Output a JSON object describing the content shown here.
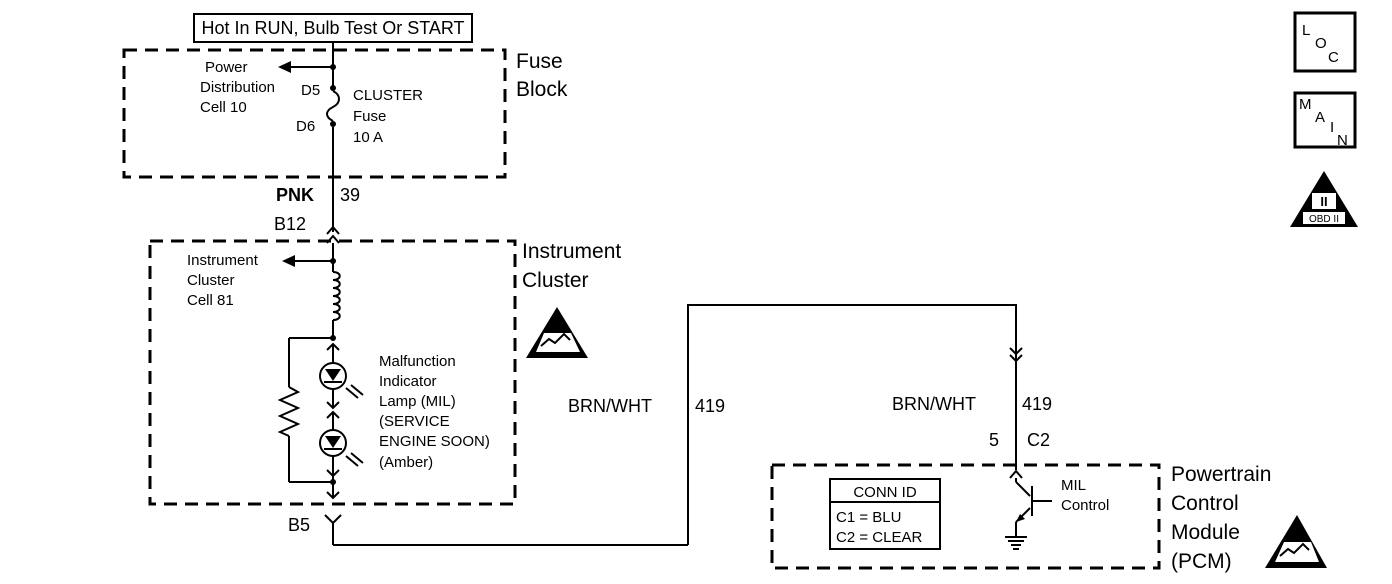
{
  "header": {
    "power_label": "Hot In RUN, Bulb Test Or START"
  },
  "fuse_block": {
    "title_line1": "Fuse",
    "title_line2": "Block",
    "pd_line1": "Power",
    "pd_line2": "Distribution",
    "pd_line3": "Cell 10",
    "pin_in": "D5",
    "pin_out": "D6",
    "fuse_line1": "CLUSTER",
    "fuse_line2": "Fuse",
    "fuse_line3": "10 A"
  },
  "wire_pnk": {
    "color": "PNK",
    "circuit": "39"
  },
  "connector_b12": "B12",
  "instrument_cluster": {
    "title_line1": "Instrument",
    "title_line2": "Cluster",
    "ref_line1": "Instrument",
    "ref_line2": "Cluster",
    "ref_line3": "Cell 81",
    "mil_line1": "Malfunction",
    "mil_line2": "Indicator",
    "mil_line3": "Lamp (MIL)",
    "mil_line4": "(SERVICE",
    "mil_line5": "ENGINE SOON)",
    "mil_line6": "(Amber)"
  },
  "connector_b5": "B5",
  "wire_brn_left": {
    "color": "BRN/WHT",
    "circuit": "419"
  },
  "wire_brn_right": {
    "color": "BRN/WHT",
    "circuit": "419"
  },
  "pcm_connector": {
    "pin": "5",
    "name": "C2"
  },
  "pcm": {
    "title_line1": "Powertrain",
    "title_line2": "Control",
    "title_line3": "Module",
    "title_line4": "(PCM)",
    "mil_line1": "MIL",
    "mil_line2": "Control"
  },
  "conn_id": {
    "title": "CONN ID",
    "row1": "C1 = BLU",
    "row2": "C2 = CLEAR"
  },
  "icons": {
    "loc": {
      "l": "L",
      "o": "O",
      "c": "C"
    },
    "main": {
      "m": "M",
      "a": "A",
      "i": "I",
      "n": "N"
    },
    "obd": {
      "numeral": "II",
      "label": "OBD II"
    }
  }
}
